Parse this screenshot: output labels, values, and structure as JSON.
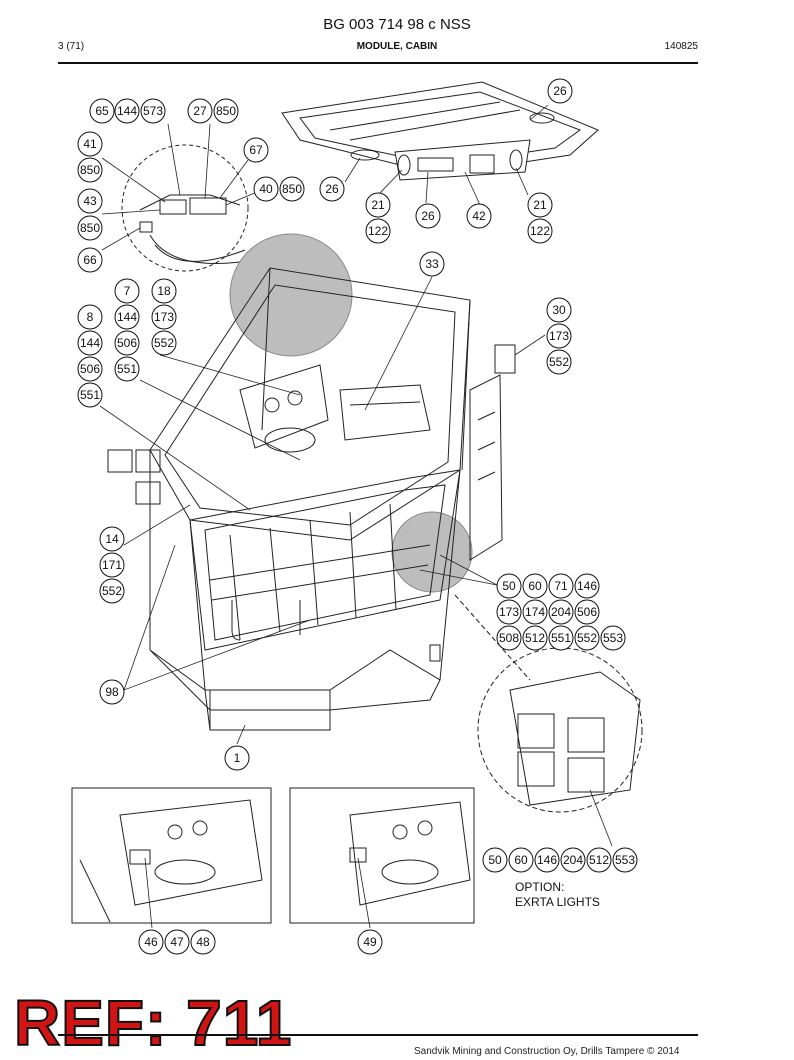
{
  "header": {
    "document_id": "BG 003 714 98 c NSS",
    "page": "3 (71)",
    "title": "MODULE, CABIN",
    "date": "140825"
  },
  "option_note": {
    "line1": "OPTION:",
    "line2": "EXRTA LIGHTS"
  },
  "reference_stamp": "REF: 711",
  "footer": {
    "copyright": "Sandvik Mining and Construction Oy, Drills Tampere © 2014"
  },
  "callouts": {
    "c65": "65",
    "c144a": "144",
    "c573a": "573",
    "c27": "27",
    "c850a": "850",
    "c41": "41",
    "c850b": "850",
    "c67": "67",
    "c43": "43",
    "c850c": "850",
    "c40": "40",
    "c850d": "850",
    "c66": "66",
    "c26a": "26",
    "c26b": "26",
    "c21a": "21",
    "c122a": "122",
    "c26c": "26",
    "c42": "42",
    "c21b": "21",
    "c122b": "122",
    "c33": "33",
    "c7": "7",
    "c18": "18",
    "c8": "8",
    "c144b": "144",
    "c173a": "173",
    "c144c": "144",
    "c506a": "506",
    "c552a": "552",
    "c506b": "506",
    "c551a": "551",
    "c551b": "551",
    "c30": "30",
    "c173b": "173",
    "c552b": "552",
    "c14": "14",
    "c171": "171",
    "c552c": "552",
    "c50a": "50",
    "c60a": "60",
    "c71": "71",
    "c146a": "146",
    "c173c": "173",
    "c174": "174",
    "c204a": "204",
    "c506c": "506",
    "c508": "508",
    "c512a": "512",
    "c551c": "551",
    "c552d": "552",
    "c553a": "553",
    "c98": "98",
    "c1": "1",
    "c50b": "50",
    "c60b": "60",
    "c146b": "146",
    "c204b": "204",
    "c512b": "512",
    "c553b": "553",
    "c46": "46",
    "c47": "47",
    "c48": "48",
    "c49": "49"
  }
}
